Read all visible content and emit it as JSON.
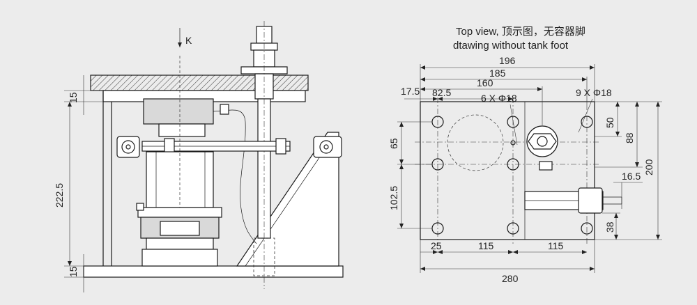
{
  "side_view": {
    "load_marker": "K",
    "dims": {
      "top_plate": "15",
      "height": "222.5",
      "bottom_plate": "15"
    }
  },
  "top_view": {
    "title_line1": "Top view, 顶示图，无容器脚",
    "title_line2": "dtawing without tank foot",
    "dims": {
      "d196": "196",
      "d185": "185",
      "d160": "160",
      "d17_5": "17.5",
      "d82_5": "82.5",
      "holes_6": "6 X Φ18",
      "holes_9": "9 X Φ18",
      "d50": "50",
      "d88": "88",
      "d65": "65",
      "d200": "200",
      "d16_5": "16.5",
      "d102_5": "102.5",
      "d38": "38",
      "d25": "25",
      "d115a": "115",
      "d115b": "115",
      "d280": "280"
    }
  }
}
